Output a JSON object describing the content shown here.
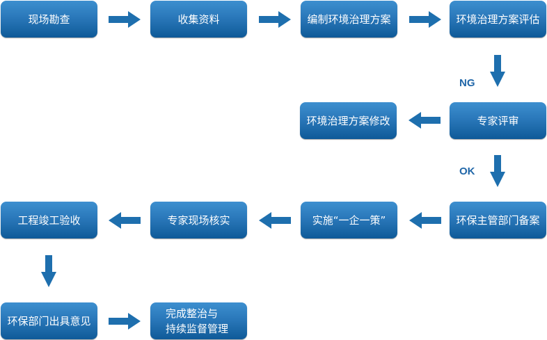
{
  "colors": {
    "box_top": "#3d8fcf",
    "box_bottom": "#0f5a98",
    "arrow": "#1e6fae",
    "label": "#1f66a8"
  },
  "steps": [
    {
      "id": "site-survey",
      "label": "现场勘查"
    },
    {
      "id": "collect-data",
      "label": "收集资料"
    },
    {
      "id": "draft-plan",
      "label": "编制环境治理方案"
    },
    {
      "id": "plan-evaluation",
      "label": "环境治理方案评估"
    },
    {
      "id": "expert-review",
      "label": "专家评审"
    },
    {
      "id": "plan-revision",
      "label": "环境治理方案修改"
    },
    {
      "id": "epa-filing",
      "label": "环保主管部门备案"
    },
    {
      "id": "implement",
      "label": "实施“一企一策”"
    },
    {
      "id": "expert-site-verify",
      "label": "专家现场核实"
    },
    {
      "id": "completion-acceptance",
      "label": "工程竣工验收"
    },
    {
      "id": "epa-opinion",
      "label": "环保部门出具意见"
    },
    {
      "id": "complete",
      "label_line1": "完成整治与",
      "label_line2": "持续监督管理"
    }
  ],
  "branch_labels": {
    "ng": "NG",
    "ok": "OK"
  }
}
